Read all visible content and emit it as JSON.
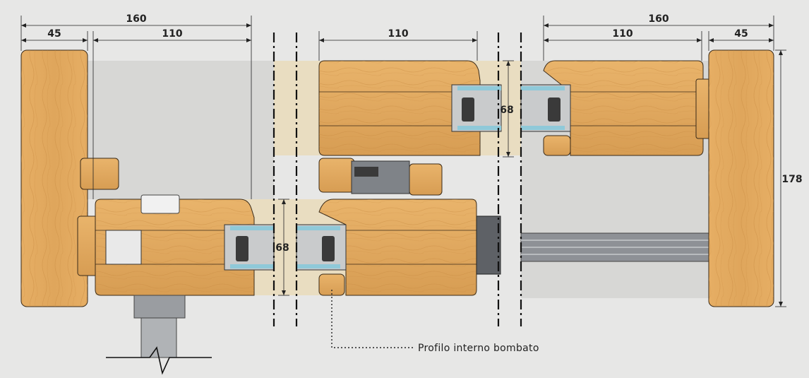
{
  "dimensions": {
    "left_total": "160",
    "left_frame": "45",
    "left_sash": "110",
    "center_sash": "110",
    "right_total": "160",
    "right_sash": "110",
    "right_frame": "45",
    "thickness_top": "68",
    "thickness_bottom": "68",
    "overall_height": "178"
  },
  "annotation": {
    "label": "Profilo interno bombato"
  },
  "colors": {
    "background": "#e7e7e6",
    "wood": "#e2ab62",
    "wood_dark": "#c8893f",
    "glass": "#d3d5d6",
    "opening": "#d6d6d4",
    "metal": "#8d9196",
    "gasket": "#3a3a3a",
    "line": "#222222"
  }
}
